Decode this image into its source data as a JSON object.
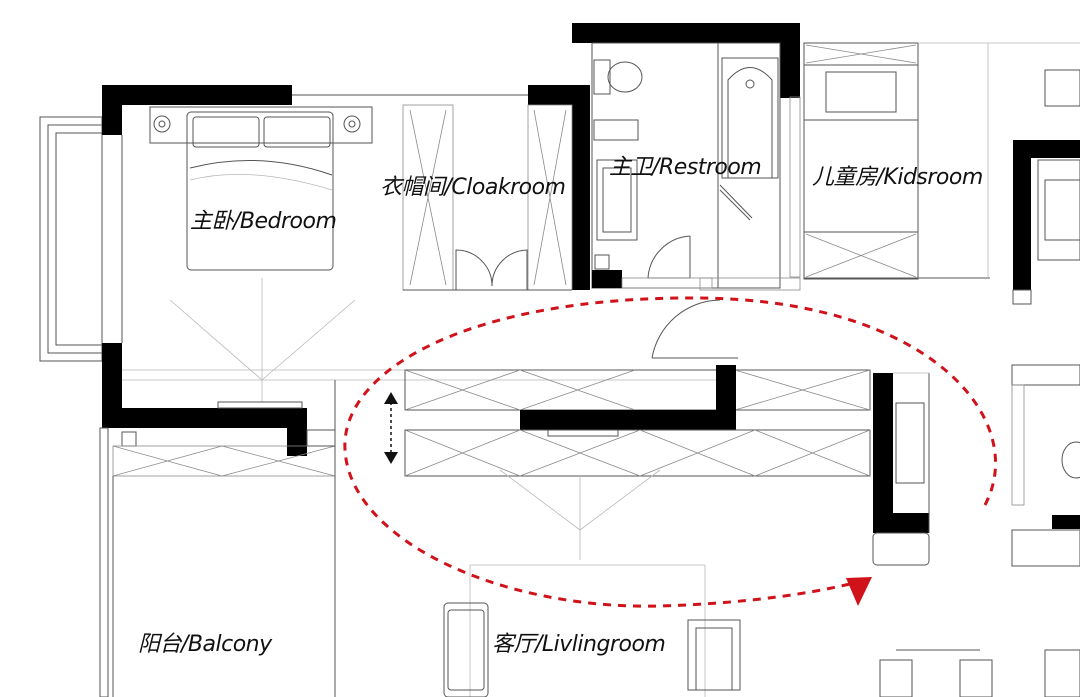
{
  "rooms": {
    "bedroom": "主卧/Bedroom",
    "cloakroom": "衣帽间/Cloakroom",
    "restroom": "主卫/Restroom",
    "kidsroom": "儿童房/Kidsroom",
    "balcony": "阳台/Balcony",
    "livingroom": "客厅/Livlingroom"
  },
  "colors": {
    "wall": "#000000",
    "line": "#555555",
    "circulation_arrow": "#d0121b"
  },
  "icons": [
    "toilet-icon",
    "bathtub-icon",
    "bed-icon",
    "sofa-icon",
    "double-arrow-icon",
    "circulation-arrow-icon"
  ]
}
